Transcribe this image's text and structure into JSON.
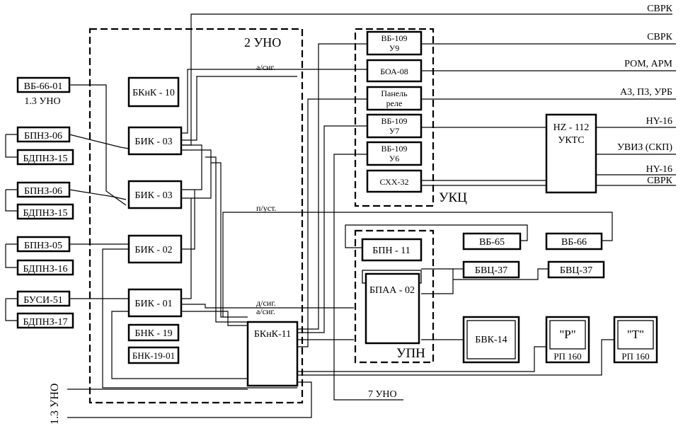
{
  "groups": {
    "uno2": "2 УНО",
    "ukc": "УКЦ",
    "upn": "УПН"
  },
  "blocks": {
    "vb6601": "ВБ-66-01",
    "uno13_label": "1.3  УНО",
    "bpnz06_a": "БПНЗ-06",
    "bdpnz15_a": "БДПНЗ-15",
    "bpnz06_b": "БПНЗ-06",
    "bdpnz15_b": "БДПНЗ-15",
    "bpnz05": "БПНЗ-05",
    "bdpnz16": "БДПНЗ-16",
    "busi51": "БУСИ-51",
    "bdpnz17": "БДПНЗ-17",
    "bknk10": "БКнК - 10",
    "bik03_a": "БИК - 03",
    "bik03_b": "БИК - 03",
    "bik02": "БИК - 02",
    "bik01": "БИК - 01",
    "bnk19": "БНК - 19",
    "bnk1901": "БНК-19-01",
    "bknk11": "БКнК-11",
    "vb109u9_1": "ВБ-109",
    "vb109u9_2": "У9",
    "boa08": "БОА-08",
    "panel_1": "Панель",
    "panel_2": "реле",
    "vb109u7_1": "ВБ-109",
    "vb109u7_2": "У7",
    "vb109u6_1": "ВБ-109",
    "vb109u6_2": "У6",
    "skh32": "СХХ-32",
    "hz112_1": "HZ - 112",
    "hz112_2": "УКТС",
    "bpn11": "БПН - 11",
    "bpaa02": "БПАА - 02",
    "vb65": "ВБ-65",
    "vb66": "ВБ-66",
    "bvc37_a": "БВЦ-37",
    "bvc37_b": "БВЦ-37",
    "bvk14": "БВК-14",
    "rp_p_sym": "\"Р\"",
    "rp_p_lbl": "РП 160",
    "rp_t_sym": "\"Т\"",
    "rp_t_lbl": "РП 160"
  },
  "signals": {
    "a_sig_top": "а/сиг.",
    "p_ust": "п/уст.",
    "d_sig": "д/сиг.",
    "a_sig_bot": "а/сиг."
  },
  "outputs": {
    "svrk1": "СВРК",
    "svrk2": "СВРК",
    "rom_arm": "РОМ, АРМ",
    "az": "А3, П3, УРБ",
    "ny16_a": "НY-16",
    "uviz": "УВИЗ (СКП)",
    "ny16_b": "НY-16",
    "svrk3": "СВРК",
    "uno7": "7 УНО",
    "uno13_side": "1.3 УНО"
  }
}
